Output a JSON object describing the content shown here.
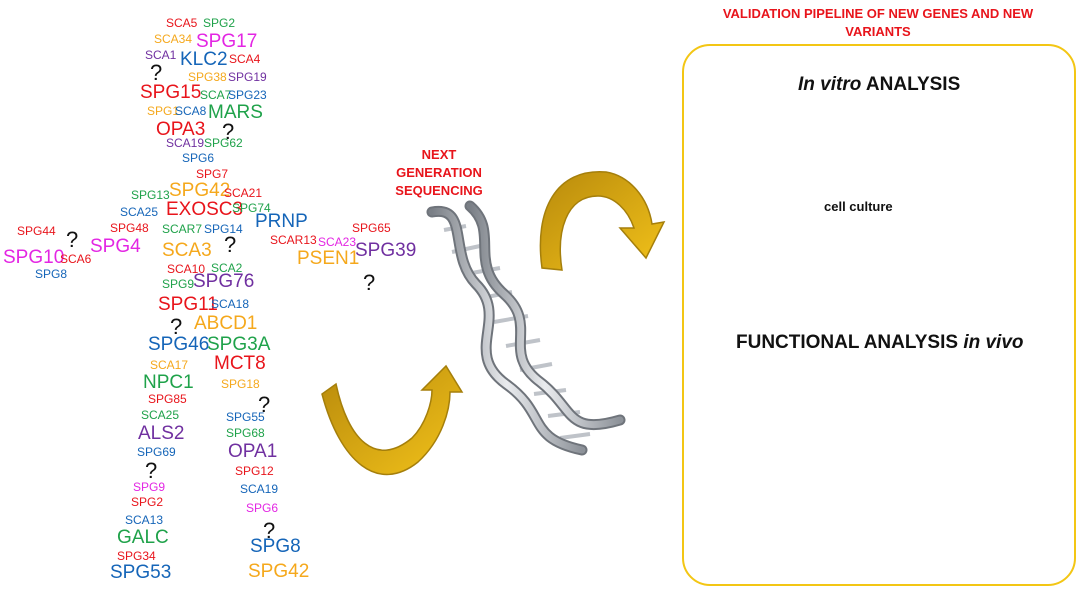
{
  "pipeline": {
    "header_line1": "VALIDATION  PIPELINE OF NEW GENES AND NEW",
    "header_line2": "VARIANTS",
    "ngs_line1": "NEXT GENERATION",
    "ngs_line2": "SEQUENCING",
    "invitro_italic": "In vitro",
    "invitro_rest": " ANALYSIS",
    "cell_culture": "cell culture",
    "functional_rest": "FUNCTIONAL ANALYSIS ",
    "functional_italic": "in vivo"
  },
  "colors": {
    "red": "#e8141b",
    "green": "#1fa24a",
    "blue": "#1565b8",
    "purple": "#7030a0",
    "orange": "#f5a81c",
    "magenta": "#e326e3",
    "panel_border": "#f3c614",
    "arrow": "#d6a512"
  },
  "figure": {
    "genes": [
      {
        "t": "SCA5",
        "c": "red",
        "s": "s"
      },
      {
        "t": "SPG2",
        "c": "green",
        "s": "s"
      },
      {
        "t": "SCA34",
        "c": "orange",
        "s": "s"
      },
      {
        "t": "SPG17",
        "c": "magenta",
        "s": "l"
      },
      {
        "t": "SCA1",
        "c": "purple",
        "s": "s"
      },
      {
        "t": "KLC2",
        "c": "blue",
        "s": "l"
      },
      {
        "t": "SCA4",
        "c": "red",
        "s": "s"
      },
      {
        "t": "SPG38",
        "c": "orange",
        "s": "s"
      },
      {
        "t": "SPG19",
        "c": "purple",
        "s": "s"
      },
      {
        "t": "SPG15",
        "c": "red",
        "s": "l"
      },
      {
        "t": "SCA7",
        "c": "green",
        "s": "s"
      },
      {
        "t": "SPG23",
        "c": "blue",
        "s": "s"
      },
      {
        "t": "SPG1",
        "c": "orange",
        "s": "s"
      },
      {
        "t": "SCA8",
        "c": "blue",
        "s": "s"
      },
      {
        "t": "MARS",
        "c": "green",
        "s": "l"
      },
      {
        "t": "OPA3",
        "c": "red",
        "s": "l"
      },
      {
        "t": "SCA19",
        "c": "purple",
        "s": "s"
      },
      {
        "t": "SPG62",
        "c": "green",
        "s": "s"
      },
      {
        "t": "SPG6",
        "c": "blue",
        "s": "s"
      },
      {
        "t": "SPG7",
        "c": "red",
        "s": "s"
      },
      {
        "t": "SPG13",
        "c": "green",
        "s": "s"
      },
      {
        "t": "SPG42",
        "c": "orange",
        "s": "l"
      },
      {
        "t": "SCA21",
        "c": "red",
        "s": "s"
      },
      {
        "t": "SCA25",
        "c": "blue",
        "s": "s"
      },
      {
        "t": "EXOSC3",
        "c": "red",
        "s": "l"
      },
      {
        "t": "SPG74",
        "c": "green",
        "s": "s"
      },
      {
        "t": "SPG48",
        "c": "red",
        "s": "s"
      },
      {
        "t": "PRNP",
        "c": "blue",
        "s": "l"
      },
      {
        "t": "SCAR7",
        "c": "green",
        "s": "s"
      },
      {
        "t": "SPG14",
        "c": "blue",
        "s": "s"
      },
      {
        "t": "SPG44",
        "c": "red",
        "s": "s"
      },
      {
        "t": "SPG4",
        "c": "magenta",
        "s": "l"
      },
      {
        "t": "SPG10",
        "c": "magenta",
        "s": "l"
      },
      {
        "t": "SCA6",
        "c": "red",
        "s": "s"
      },
      {
        "t": "SPG8",
        "c": "blue",
        "s": "s"
      },
      {
        "t": "SCA3",
        "c": "orange",
        "s": "l"
      },
      {
        "t": "SPG65",
        "c": "red",
        "s": "s"
      },
      {
        "t": "SCAR13",
        "c": "red",
        "s": "s"
      },
      {
        "t": "SCA23",
        "c": "magenta",
        "s": "s"
      },
      {
        "t": "SPG39",
        "c": "purple",
        "s": "l"
      },
      {
        "t": "PSEN1",
        "c": "orange",
        "s": "l"
      },
      {
        "t": "SCA10",
        "c": "red",
        "s": "s"
      },
      {
        "t": "SCA2",
        "c": "green",
        "s": "s"
      },
      {
        "t": "SPG9",
        "c": "green",
        "s": "s"
      },
      {
        "t": "SPG76",
        "c": "purple",
        "s": "l"
      },
      {
        "t": "SPG11",
        "c": "red",
        "s": "l"
      },
      {
        "t": "SCA18",
        "c": "blue",
        "s": "s"
      },
      {
        "t": "ABCD1",
        "c": "orange",
        "s": "l"
      },
      {
        "t": "SPG46",
        "c": "blue",
        "s": "l"
      },
      {
        "t": "SPG3A",
        "c": "green",
        "s": "l"
      },
      {
        "t": "SCA17",
        "c": "orange",
        "s": "s"
      },
      {
        "t": "MCT8",
        "c": "red",
        "s": "l"
      },
      {
        "t": "NPC1",
        "c": "green",
        "s": "l"
      },
      {
        "t": "SPG18",
        "c": "orange",
        "s": "s"
      },
      {
        "t": "SPG85",
        "c": "red",
        "s": "s"
      },
      {
        "t": "SCA25",
        "c": "green",
        "s": "s"
      },
      {
        "t": "SPG55",
        "c": "blue",
        "s": "s"
      },
      {
        "t": "ALS2",
        "c": "purple",
        "s": "l"
      },
      {
        "t": "SPG68",
        "c": "green",
        "s": "s"
      },
      {
        "t": "SPG69",
        "c": "blue",
        "s": "s"
      },
      {
        "t": "OPA1",
        "c": "purple",
        "s": "l"
      },
      {
        "t": "SPG12",
        "c": "red",
        "s": "s"
      },
      {
        "t": "SPG9",
        "c": "magenta",
        "s": "s"
      },
      {
        "t": "SCA19",
        "c": "blue",
        "s": "s"
      },
      {
        "t": "SPG2",
        "c": "red",
        "s": "s"
      },
      {
        "t": "SPG6",
        "c": "magenta",
        "s": "s"
      },
      {
        "t": "SCA13",
        "c": "blue",
        "s": "s"
      },
      {
        "t": "GALC",
        "c": "green",
        "s": "l"
      },
      {
        "t": "SPG34",
        "c": "red",
        "s": "s"
      },
      {
        "t": "SPG8",
        "c": "blue",
        "s": "l"
      },
      {
        "t": "SPG53",
        "c": "blue",
        "s": "l"
      },
      {
        "t": "SPG42",
        "c": "orange",
        "s": "l"
      }
    ],
    "question_marks": [
      "?",
      "?",
      "?",
      "?",
      "?",
      "?",
      "?",
      "?",
      "?",
      "?",
      "?"
    ]
  }
}
